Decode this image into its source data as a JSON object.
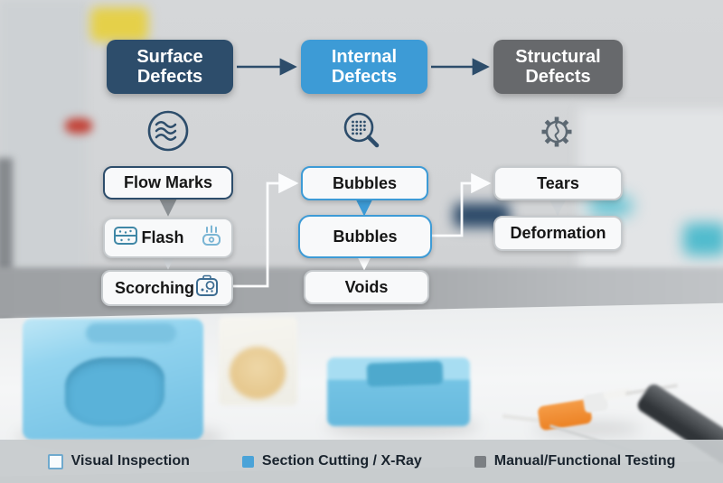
{
  "flow": {
    "headers": [
      {
        "label": "Surface Defects",
        "color": "#2d4d6b",
        "icon": "waves-icon"
      },
      {
        "label": "Internal Defects",
        "color": "#3d9bd6",
        "icon": "magnifier-grid-icon"
      },
      {
        "label": "Structural Defects",
        "color": "#67696c",
        "icon": "cracked-gear-icon"
      }
    ],
    "boxes": {
      "flow_marks": "Flow Marks",
      "flash": "Flash",
      "scorching": "Scorching",
      "bubbles_top": "Bubbles",
      "bubbles_mid": "Bubbles",
      "voids": "Voids",
      "tears": "Tears",
      "deformation": "Deformation"
    },
    "connector_color": "#ffffff"
  },
  "legend": {
    "items": [
      {
        "label": "Visual Inspection",
        "swatch": "white-outline",
        "color": "#ffffff",
        "border": "#6fa9cd"
      },
      {
        "label": "Section Cutting / X-Ray",
        "swatch": "filled",
        "color": "#4aa3d8"
      },
      {
        "label": "Manual/Functional Testing",
        "swatch": "filled",
        "color": "#7b7f83"
      }
    ]
  }
}
